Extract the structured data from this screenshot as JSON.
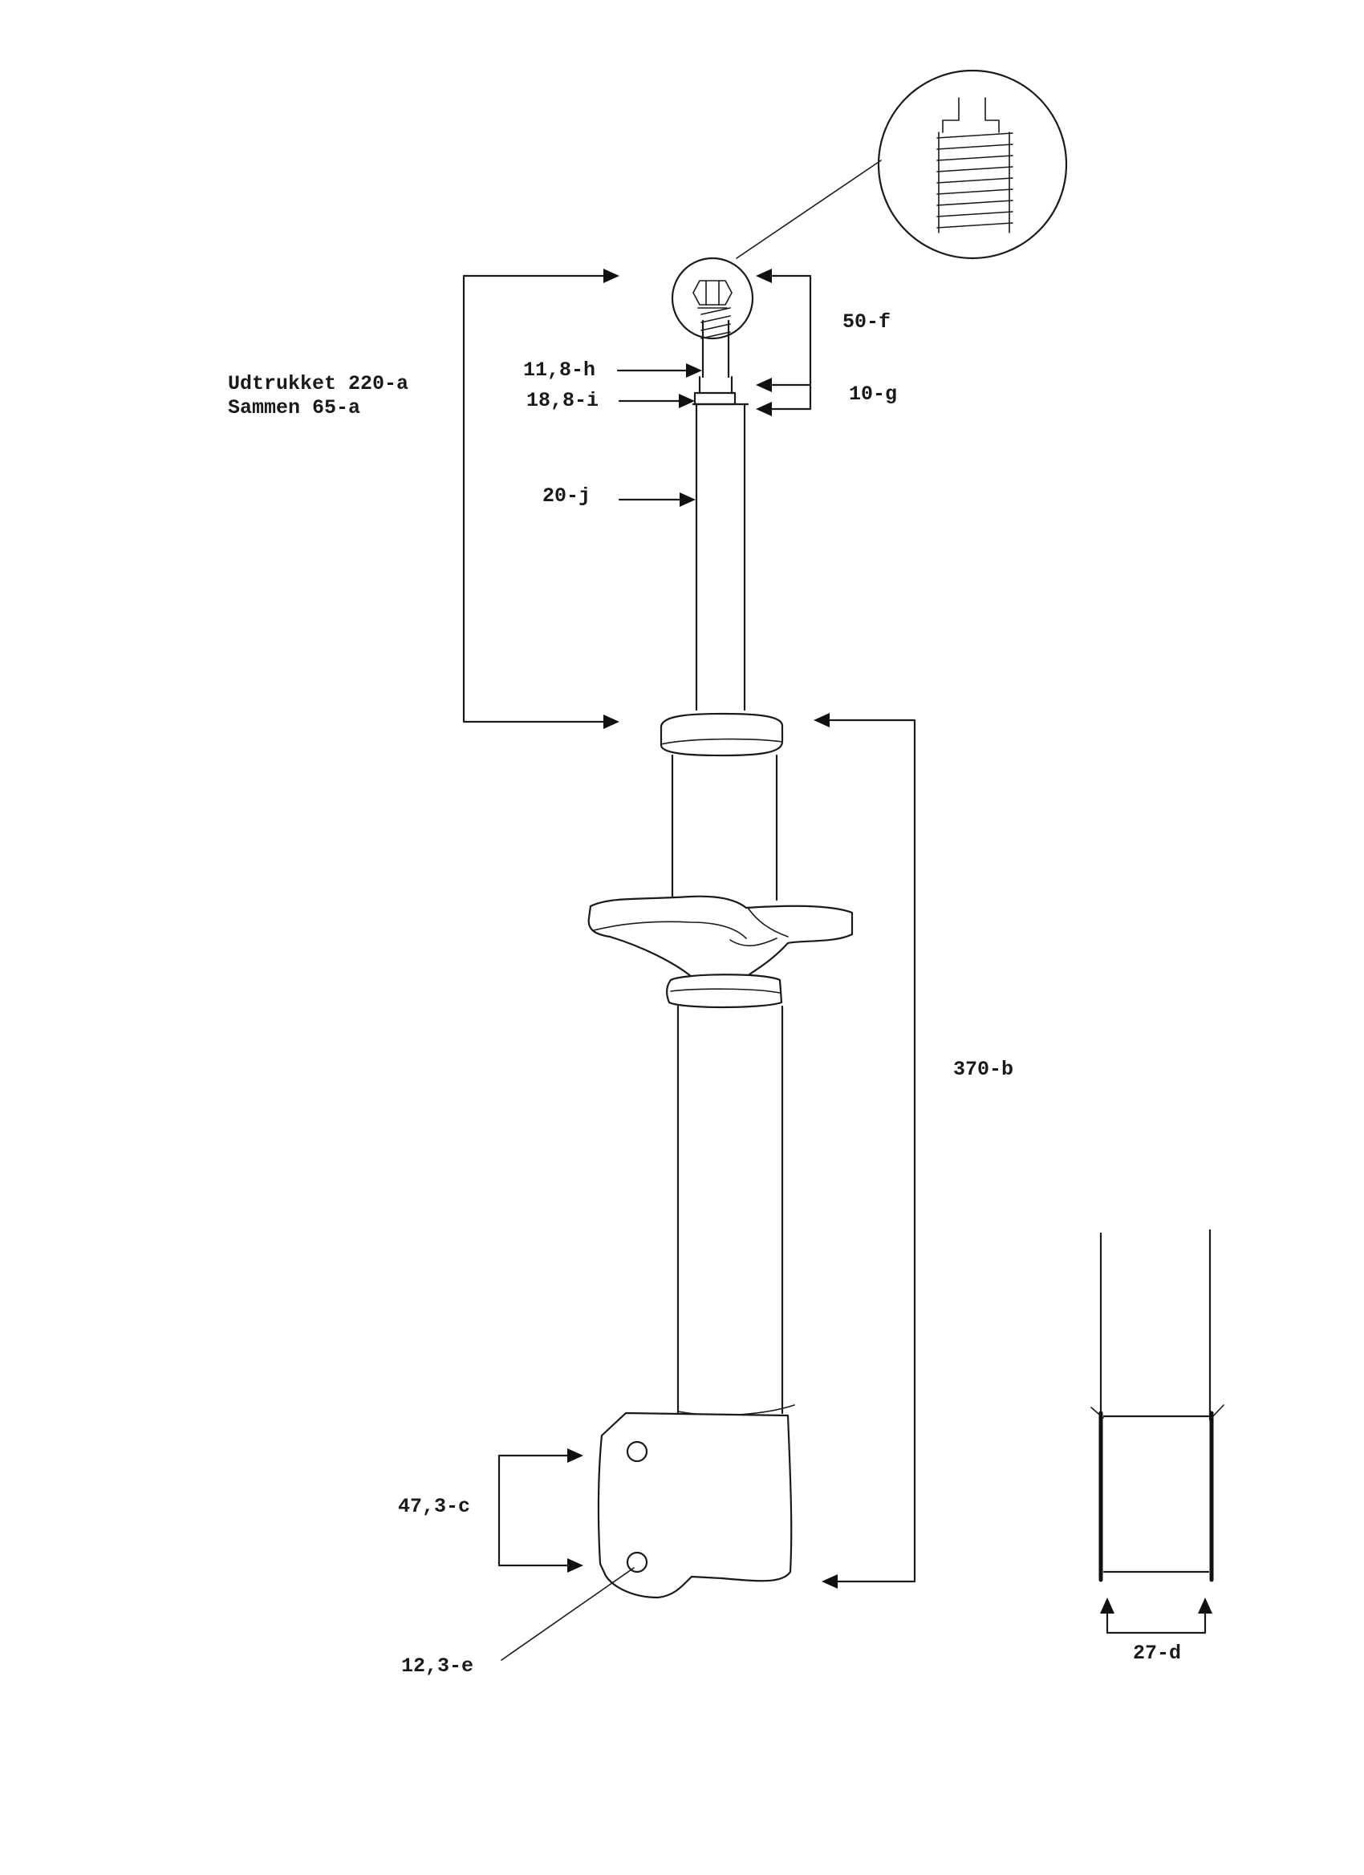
{
  "labels": {
    "extended": "Udtrukket 220-a",
    "compressed": "Sammen 65-a",
    "thread_h": "11,8-h",
    "collar_i": "18,8-i",
    "rod_j": "20-j",
    "top_f": "50-f",
    "top_g": "10-g",
    "body_b": "370-b",
    "holes_c": "47,3-c",
    "hole_e": "12,3-e",
    "tube_d": "27-d"
  }
}
